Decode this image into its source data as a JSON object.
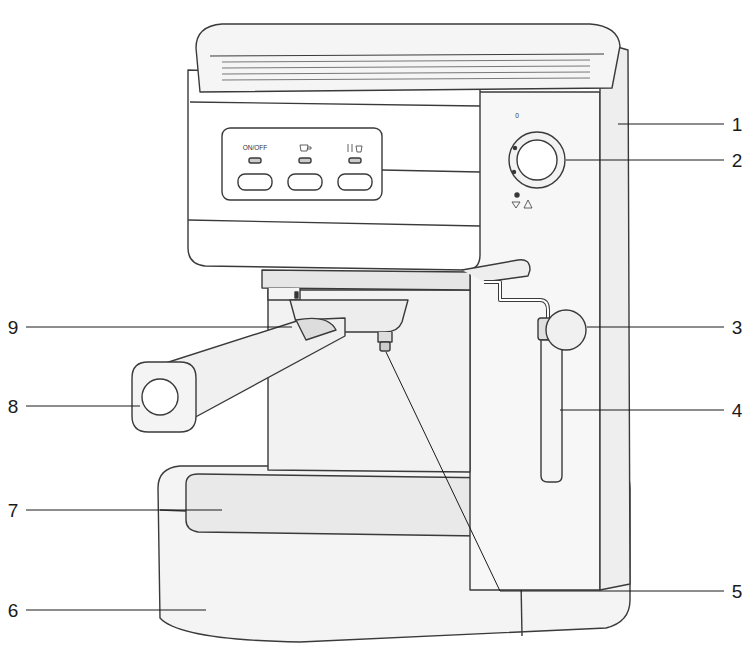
{
  "diagram": {
    "labels": [
      "1",
      "2",
      "3",
      "4",
      "5",
      "6",
      "7",
      "8",
      "9",
      "ON/OFF",
      "0"
    ]
  }
}
